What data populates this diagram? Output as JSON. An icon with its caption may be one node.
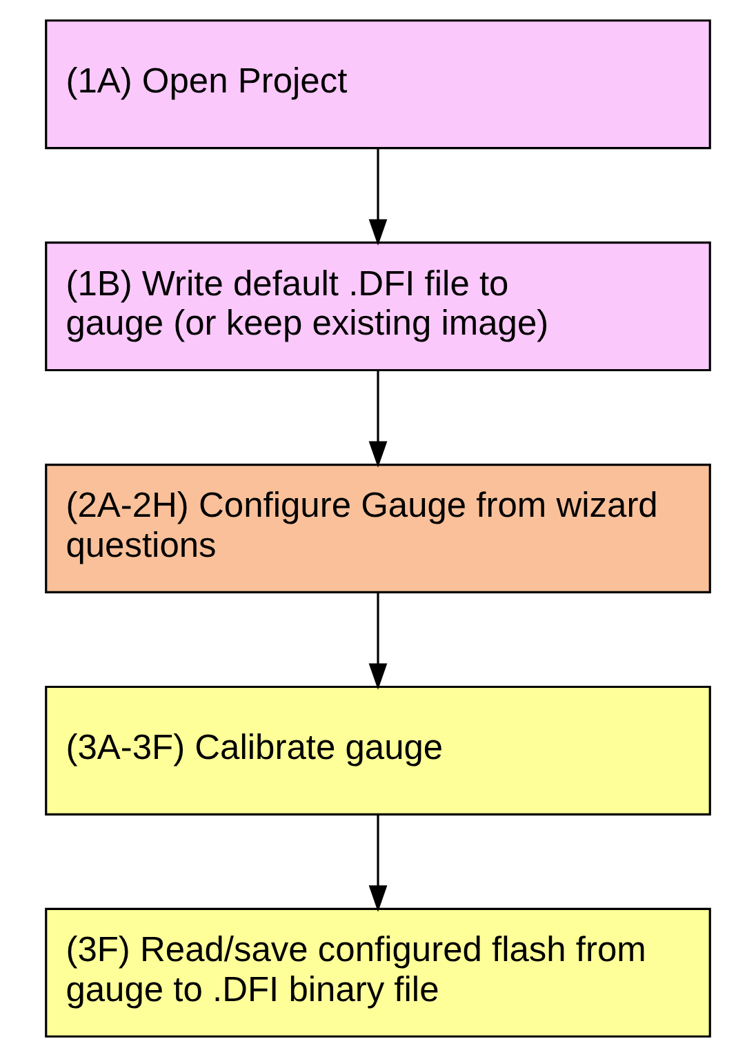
{
  "diagram": {
    "nodes": [
      {
        "text": [
          "(1A) Open Project"
        ]
      },
      {
        "text": [
          "(1B) Write default .DFI file to gauge (or keep existing image)"
        ]
      },
      {
        "text": [
          "(2A-2H) Configure Gauge from wizard questions"
        ]
      },
      {
        "text": [
          "(3A-3F) Calibrate gauge"
        ]
      },
      {
        "text": [
          "(3F) Read/save configured flash from gauge to .DFI binary file"
        ]
      }
    ],
    "edges": [
      {
        "from": 0,
        "to": 1,
        "arrow": "to"
      },
      {
        "from": 1,
        "to": 2,
        "arrow": "to"
      },
      {
        "from": 2,
        "to": 3,
        "arrow": "to"
      },
      {
        "from": 3,
        "to": 4,
        "arrow": "to"
      }
    ]
  }
}
